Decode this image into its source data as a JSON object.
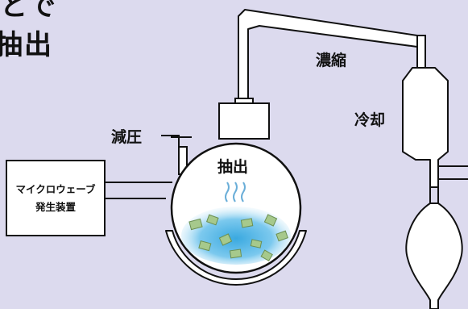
{
  "header": {
    "title_fragment_top": "とで",
    "title_fragment": "抽出"
  },
  "labels": {
    "condense": "濃縮",
    "cool": "冷却",
    "reduced_pressure": "減圧",
    "extraction": "抽出",
    "steam": "≀≀≀",
    "device_line1": "マイクロウェーブ",
    "device_line2": "発生装置"
  },
  "colors": {
    "background": "#dcdaee",
    "glass": "#ffffff",
    "outline": "#111111",
    "liquid": "#4fb7e6",
    "liquid_light": "#bfe6f7",
    "solid_pieces": "#a6c98c",
    "steam": "#6aaed8"
  }
}
